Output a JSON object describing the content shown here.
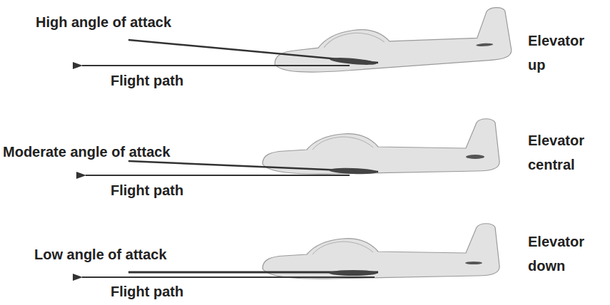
{
  "diagram": {
    "labels": [
      "High angle of attack",
      "Flight path",
      "Elevator up",
      "Moderate angle of attack",
      "Flight path",
      "Elevator central",
      "Low angle of attack",
      "Flight path",
      "Elevator down"
    ]
  }
}
